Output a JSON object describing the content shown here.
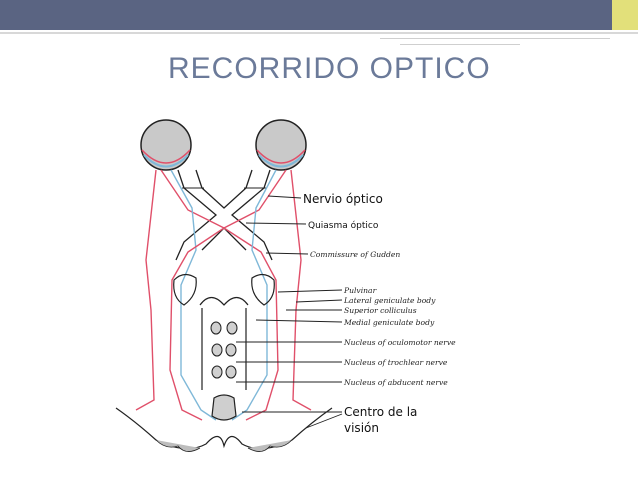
{
  "slide": {
    "title": "RECORRIDO OPTICO",
    "colors": {
      "header_band": "#5a6482",
      "header_accent": "#e2e07a",
      "title_text": "#6b7a99",
      "red_path": "#e0506a",
      "blue_path": "#7fb8d8"
    }
  },
  "diagram": {
    "labels": {
      "nervio_optico": "Nervio óptico",
      "quiasma_optico": "Quiasma óptico",
      "commissure_gudden": "Commissure of Gudden",
      "pulvinar": "Pulvinar",
      "lateral_geniculate": "Lateral geniculate body",
      "superior_colliculus": "Superior colliculus",
      "medial_geniculate": "Medial geniculate body",
      "nucleus_oculomotor": "Nucleus of oculomotor nerve",
      "nucleus_trochlear": "Nucleus of trochlear nerve",
      "nucleus_abducent": "Nucleus of abducent nerve",
      "centro_vision_1": "Centro de la",
      "centro_vision_2": "visión"
    }
  }
}
